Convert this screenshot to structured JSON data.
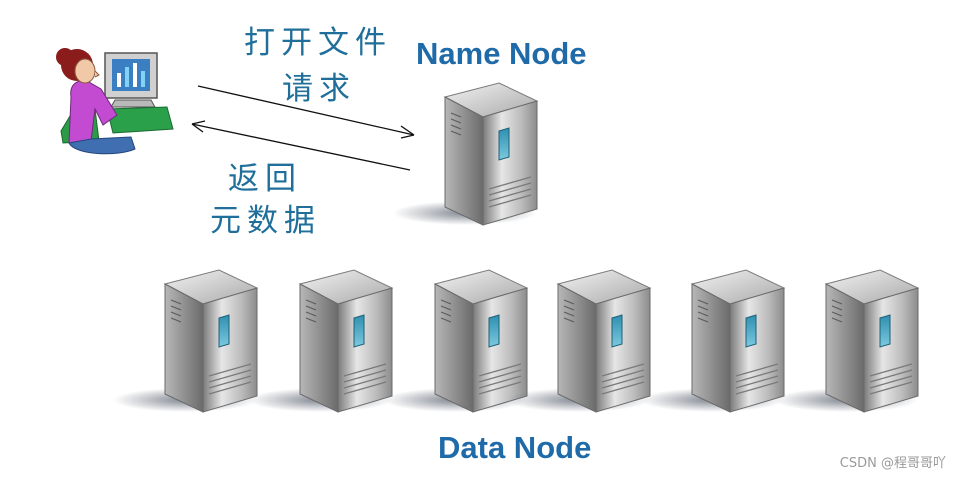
{
  "client": {
    "label_request_line1": "打开文件",
    "label_request_line2": "请求",
    "label_return_line1": "返回",
    "label_return_line2": "元数据"
  },
  "name_node": {
    "title": "Name Node"
  },
  "data_nodes": {
    "title": "Data Node",
    "count": 6
  },
  "watermark": "CSDN @程哥哥吖",
  "colors": {
    "title_blue": "#1f6aa8",
    "label_teal": "#1f6f9a",
    "arrow": "#111111"
  }
}
